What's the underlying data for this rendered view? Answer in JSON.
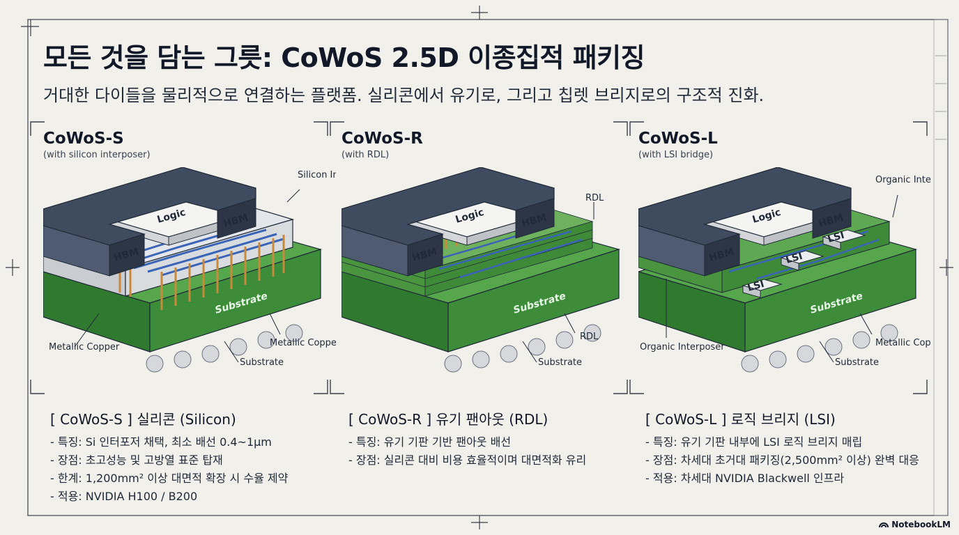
{
  "header": {
    "title": "모든 것을 담는 그릇: CoWoS 2.5D 이종집적 패키징",
    "subtitle": "거대한 다이들을 물리적으로 연결하는 플랫폼. 실리콘에서 유기로, 그리고 칩렛 브리지로의 구조적 진화."
  },
  "panels": [
    {
      "title": "CoWoS-S",
      "subtitle": "(with silicon interposer)",
      "chips": {
        "hbm": "HBM",
        "logic": "Logic",
        "substrate": "Substrate"
      },
      "labels": [
        "Silicon Interposer",
        "Metallic Copper",
        "Metallic Copper",
        "Substrate"
      ],
      "spec_title": "[ CoWoS-S ] 실리콘 (Silicon)",
      "specs": [
        "- 특징: Si 인터포저 채택, 최소 배선 0.4~1μm",
        "- 장점: 초고성능 및 고방열 표준 탑재",
        "- 한계: 1,200mm² 이상 대면적 확장 시 수율 제약",
        "- 적용: NVIDIA H100 / B200"
      ]
    },
    {
      "title": "CoWoS-R",
      "subtitle": "(with RDL)",
      "chips": {
        "hbm": "HBM",
        "logic": "Logic",
        "substrate": "Substrate"
      },
      "labels": [
        "RDL",
        "RDL",
        "Substrate"
      ],
      "spec_title": "[ CoWoS-R ] 유기 팬아웃 (RDL)",
      "specs": [
        "- 특징: 유기 기판 기반 팬아웃 배선",
        "- 장점: 실리콘 대비 비용 효율적이며 대면적화 유리"
      ]
    },
    {
      "title": "CoWoS-L",
      "subtitle": "(with LSI bridge)",
      "chips": {
        "hbm": "HBM",
        "logic": "Logic",
        "substrate": "Substrate",
        "lsi": "LSI"
      },
      "labels": [
        "Organic Interposer",
        "Organic Interposer",
        "Metallic Copper",
        "Substrate"
      ],
      "spec_title": "[ CoWoS-L ] 로직 브리지 (LSI)",
      "specs": [
        "- 특징: 유기 기판 내부에 LSI 로직 브리지 매립",
        "- 장점: 차세대 초거대 패키징(2,500mm² 이상) 완벽 대응",
        "- 적용: 차세대 NVIDIA Blackwell 인프라"
      ]
    }
  ],
  "footer": {
    "brand": "NotebookLM",
    "brand_icon": "notebooklm-logo-icon"
  },
  "colors": {
    "background": "#f1f0eb",
    "hbm": "#3f4b5f",
    "substrate": "#3d8c3a",
    "silicon": "#d9dcdf",
    "wiring": "#3a64b8",
    "copper": "#c8893a"
  }
}
